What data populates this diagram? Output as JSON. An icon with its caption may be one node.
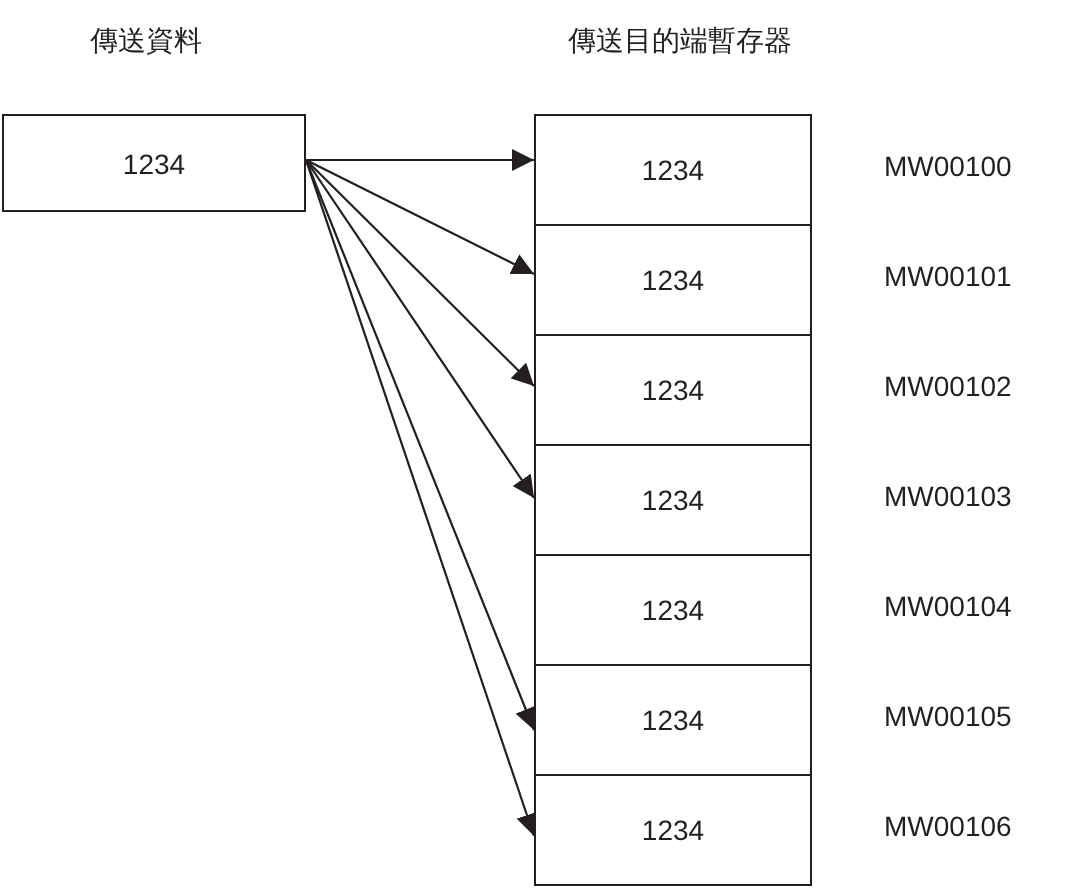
{
  "diagram": {
    "nodes": [
      {
        "text": [
          "1234"
        ]
      },
      {
        "text": [
          "1234"
        ],
        "beside": [
          "MW00100"
        ]
      },
      {
        "text": [
          "1234"
        ],
        "beside": [
          "MW00101"
        ]
      },
      {
        "text": [
          "1234"
        ],
        "beside": [
          "MW00102"
        ]
      },
      {
        "text": [
          "1234"
        ],
        "beside": [
          "MW00103"
        ]
      },
      {
        "text": [
          "1234"
        ],
        "beside": [
          "MW00104"
        ]
      },
      {
        "text": [
          "1234"
        ],
        "beside": [
          "MW00105"
        ]
      },
      {
        "text": [
          "1234"
        ],
        "beside": [
          "MW00106"
        ]
      }
    ],
    "edges": [
      {
        "from": 0,
        "to": 1,
        "arrow": "to"
      },
      {
        "from": 0,
        "to": 2,
        "arrow": "to"
      },
      {
        "from": 0,
        "to": 3,
        "arrow": "to"
      },
      {
        "from": 0,
        "to": 4,
        "arrow": "to"
      },
      {
        "from": 0,
        "to": 6,
        "arrow": "to"
      },
      {
        "from": 0,
        "to": 7,
        "arrow": "to"
      }
    ],
    "labels": [
      "傳送資料",
      "傳送目的端暫存器"
    ]
  }
}
